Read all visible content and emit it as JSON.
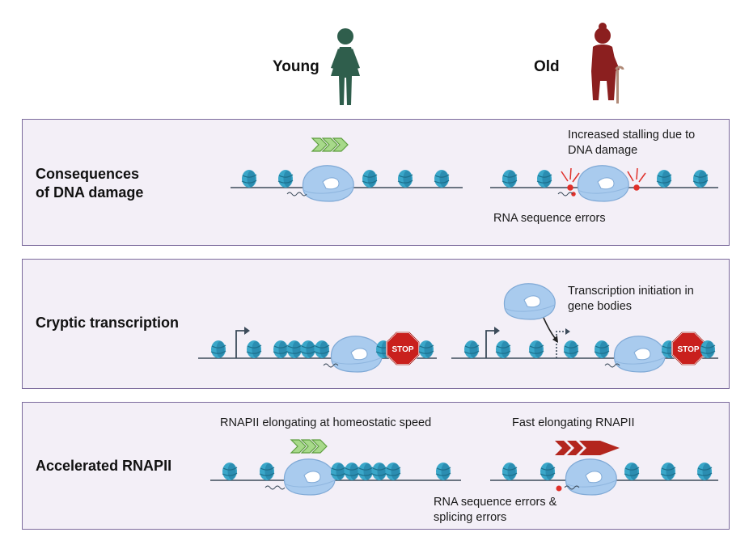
{
  "header": {
    "young_label": "Young",
    "old_label": "Old",
    "young_icon": "young-person-icon",
    "old_icon": "elderly-person-icon",
    "young_color": "#2f5e4c",
    "old_color": "#8b1f1f"
  },
  "panels": [
    {
      "title_line1": "Consequences",
      "title_line2": "of DNA damage",
      "notes": {
        "stalling_line1": "Increased stalling due to",
        "stalling_line2": "DNA damage",
        "rna_errors": "RNA sequence errors"
      }
    },
    {
      "title": "Cryptic transcription",
      "notes": {
        "initiation_line1": "Transcription initiation in",
        "initiation_line2": "gene bodies"
      },
      "stop_sign_text": "STOP"
    },
    {
      "title": "Accelerated RNAPII",
      "notes": {
        "homeostatic": "RNAPII elongating at homeostatic speed",
        "fast": "Fast elongating RNAPII",
        "errors_line1": "RNA sequence errors &",
        "errors_line2": "splicing errors"
      }
    }
  ],
  "colors": {
    "panel_border": "#7b6a9c",
    "panel_fill": "#f3eff7",
    "nucleosome": "#3aa7c9",
    "polymerase": "#a9cbee",
    "normal_speed_arrow": "#a7d98a",
    "fast_arrow": "#b3261e",
    "damage": "#e0302a"
  }
}
